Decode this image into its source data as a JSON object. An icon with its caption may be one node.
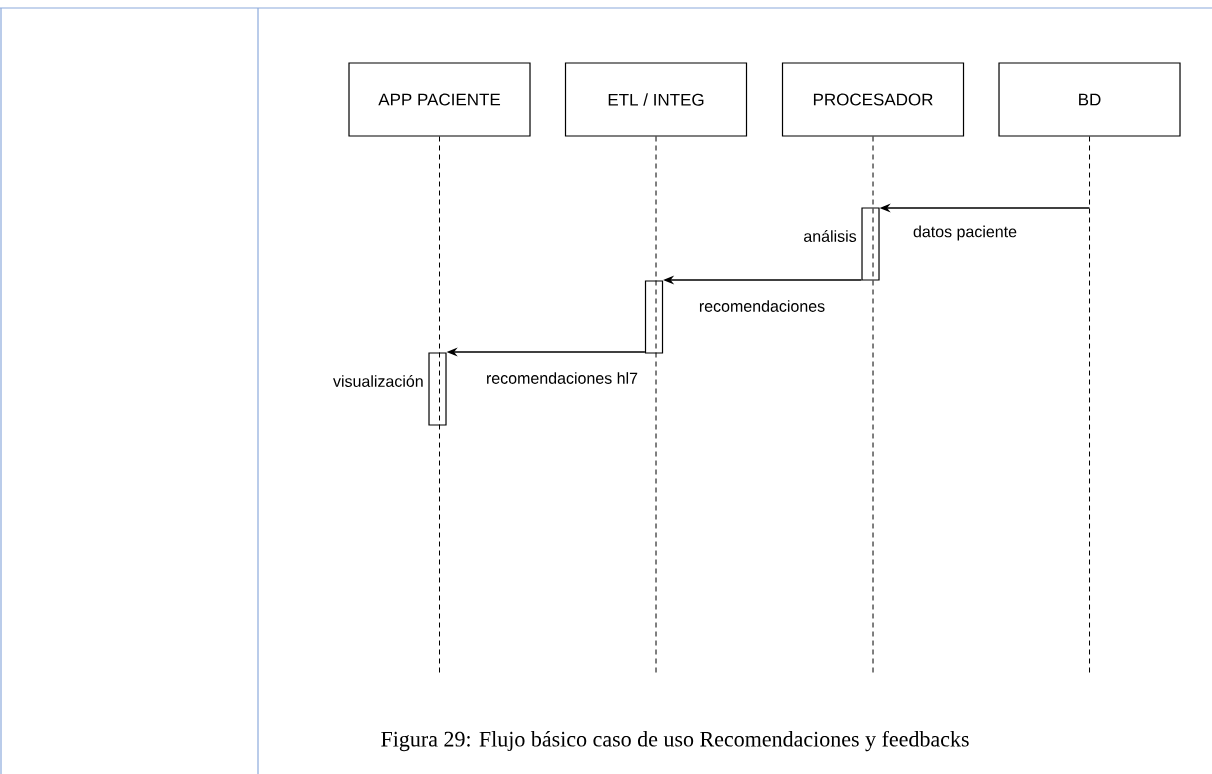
{
  "diagram": {
    "nodes": [
      {
        "text": [
          "APP PACIENTE"
        ]
      },
      {
        "text": [
          "ETL / INTEG"
        ]
      },
      {
        "text": [
          "PROCESADOR"
        ]
      },
      {
        "text": [
          "BD"
        ]
      },
      {
        "text": [],
        "shape": "bar",
        "beside": [
          "análisis"
        ]
      },
      {
        "text": [],
        "shape": "bar"
      },
      {
        "text": [],
        "shape": "bar",
        "beside": [
          "visualización"
        ]
      }
    ],
    "edges": [
      {
        "from": 0,
        "to": null,
        "arrow": "none",
        "style": "dashed"
      },
      {
        "from": 1,
        "to": null,
        "arrow": "none",
        "style": "dashed"
      },
      {
        "from": 2,
        "to": null,
        "arrow": "none",
        "style": "dashed"
      },
      {
        "from": 3,
        "to": null,
        "arrow": "none",
        "style": "dashed"
      },
      {
        "from": 3,
        "to": 4,
        "arrow": "to",
        "label": "datos paciente"
      },
      {
        "from": 4,
        "to": 5,
        "arrow": "to",
        "label": "recomendaciones"
      },
      {
        "from": 5,
        "to": 6,
        "arrow": "to",
        "label": "recomendaciones hl7"
      }
    ],
    "caption": "Figura 29: Flujo básico caso de uso Recomendaciones y feedbacks"
  }
}
